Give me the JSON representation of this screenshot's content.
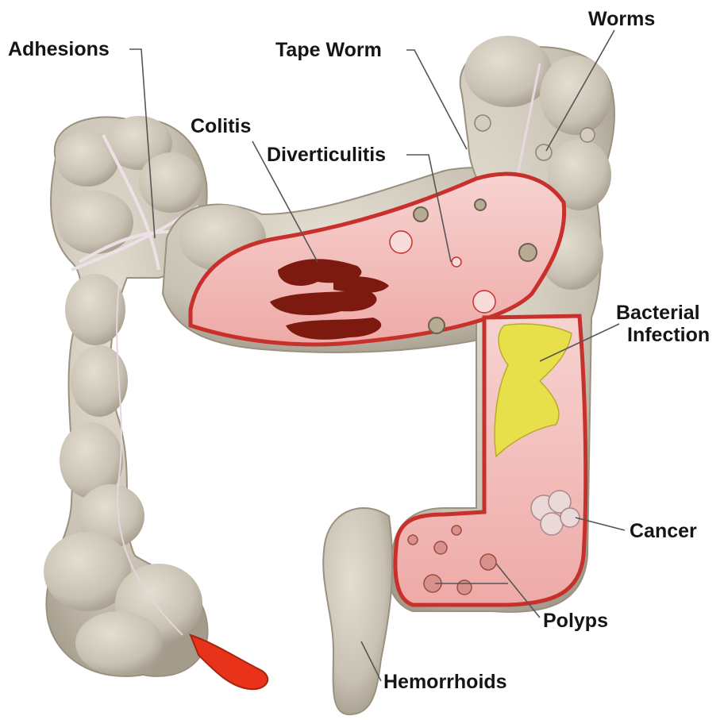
{
  "labels": {
    "adhesions": "Adhesions",
    "tape_worm": "Tape Worm",
    "worms": "Worms",
    "colitis": "Colitis",
    "diverticulitis": "Diverticulitis",
    "bacterial_infection_line1": "Bacterial",
    "bacterial_infection_line2": "Infection",
    "cancer": "Cancer",
    "polyps": "Polyps",
    "hemorrhoids": "Hemorrhoids"
  },
  "colors": {
    "colon_outer": "#cfc8bb",
    "colon_shadow": "#aaa292",
    "lumen_pink": "#f2bcbc",
    "lumen_wall": "#c8302c",
    "colitis_patch": "#7d1a10",
    "bacteria": "#e8e04a",
    "rectum_tip": "#e8331a",
    "leader_line": "#555555"
  }
}
